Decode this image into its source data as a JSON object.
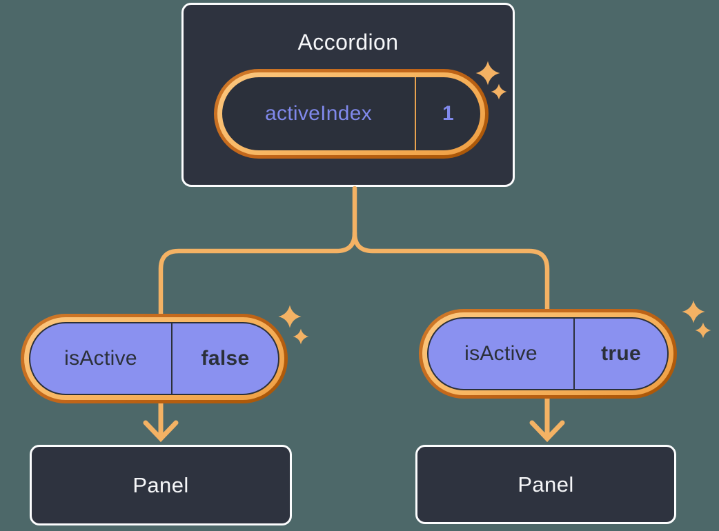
{
  "diagram": {
    "root": {
      "title": "Accordion",
      "state_pill": {
        "label": "activeIndex",
        "value": "1"
      }
    },
    "children": [
      {
        "prop_pill": {
          "label": "isActive",
          "value": "false"
        },
        "panel_title": "Panel"
      },
      {
        "prop_pill": {
          "label": "isActive",
          "value": "true"
        },
        "panel_title": "Panel"
      }
    ],
    "decorations": {
      "sparkle_icon": "four-point-sparkle"
    },
    "colors": {
      "background": "#4D6869",
      "node_fill": "#2E333F",
      "node_border": "#FCFDFE",
      "node_text": "#F6F7F9",
      "pill_ring_outer": "#C2661A",
      "pill_ring_inner": "#F8B763",
      "pill_purple_fill": "#8A91F0",
      "state_text": "#8089EC",
      "prop_text": "#2B3039",
      "connector": "#F4B264"
    }
  }
}
